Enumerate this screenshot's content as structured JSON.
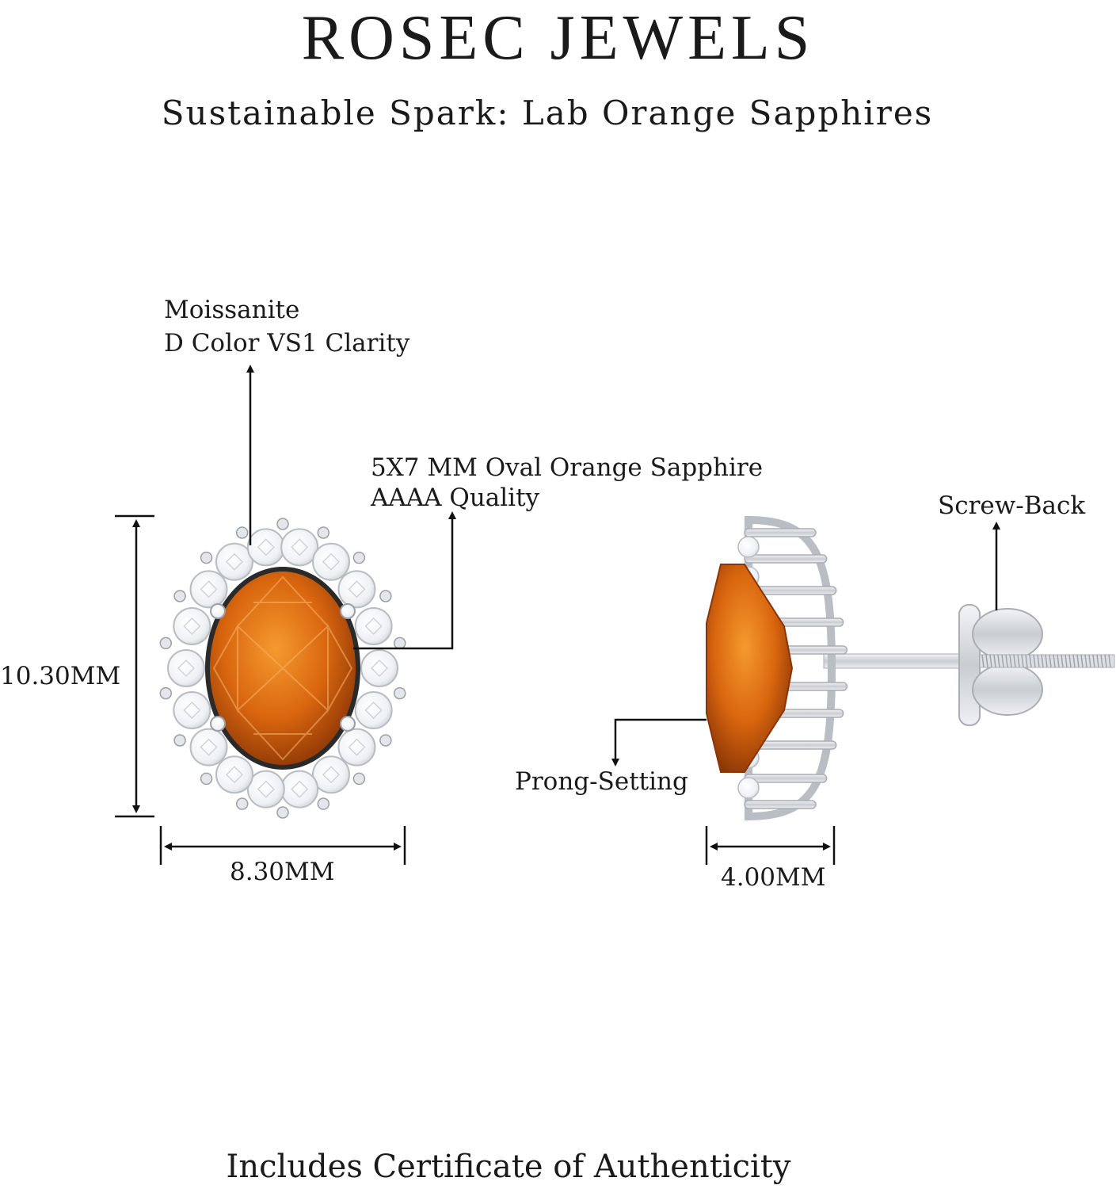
{
  "header": {
    "brand": "ROSEC JEWELS",
    "subtitle": "Sustainable Spark: Lab Orange Sapphires"
  },
  "annotations": {
    "moissanite_line1": "Moissanite",
    "moissanite_line2": "D Color VS1 Clarity",
    "sapphire_line1": "5X7 MM Oval Orange Sapphire",
    "sapphire_line2": "AAAA Quality",
    "screw_back": "Screw-Back",
    "prong_setting": "Prong-Setting"
  },
  "dimensions": {
    "height": "10.30MM",
    "width": "8.30MM",
    "depth": "4.00MM"
  },
  "footer": {
    "certificate": "Includes Certificate of Authenticity"
  },
  "colors": {
    "sapphire": "#d9660f",
    "metal": "#d6d9dd",
    "text": "#1a1a1a"
  }
}
